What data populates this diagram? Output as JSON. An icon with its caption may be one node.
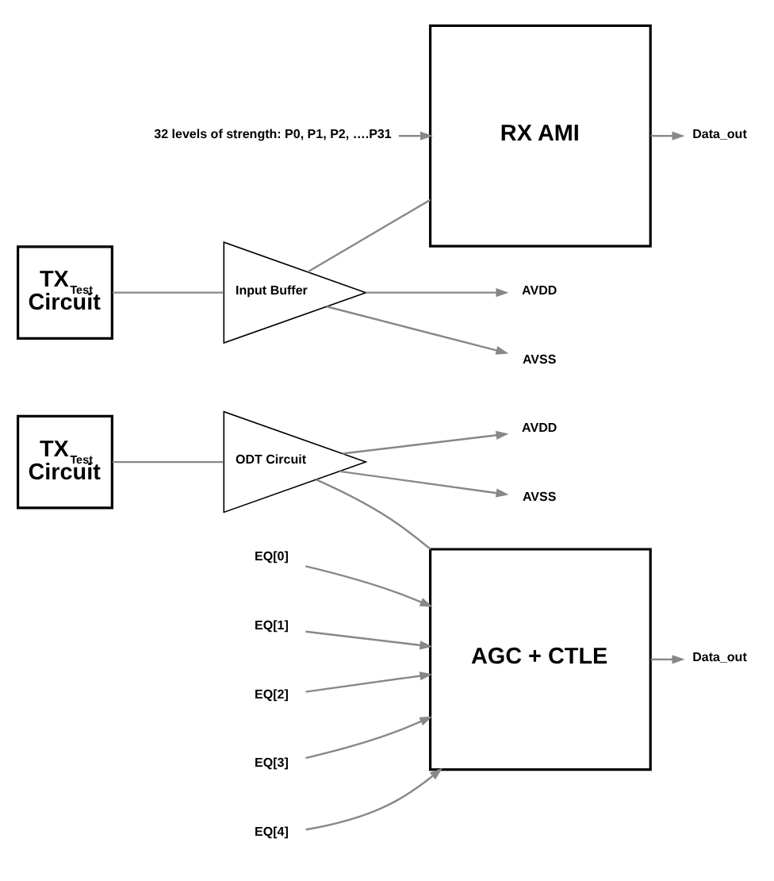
{
  "diagram": {
    "nodes": [
      {
        "text": [
          "TX$_{Test}$",
          "Circuit"
        ]
      },
      {
        "text": [
          "ODT Circuit"
        ]
      },
      {
        "text": [
          "AGC + CTLE"
        ]
      },
      {
        "text": [
          "AVDD"
        ]
      },
      {
        "text": [
          "AVSS"
        ]
      },
      {
        "text": [
          "Data_out"
        ]
      },
      {
        "text": [
          "EQ[0]"
        ]
      },
      {
        "text": [
          "EQ[1]"
        ]
      },
      {
        "text": [
          "EQ[2]"
        ]
      },
      {
        "text": [
          "EQ[3]"
        ]
      },
      {
        "text": [
          "EQ[4]"
        ]
      },
      {
        "text": [
          "TX$_{Test}$",
          "Circuit"
        ]
      },
      {
        "text": [
          "Input Buffer"
        ]
      },
      {
        "text": [
          "RX AMI"
        ]
      },
      {
        "text": [
          "AVDD"
        ]
      },
      {
        "text": [
          "AVSS"
        ]
      },
      {
        "text": [
          "Data_out"
        ]
      },
      {
        "text": [
          "32 levels of strength: P0, P1, P2, ….P31"
        ]
      }
    ],
    "edges": [
      {
        "from": 0,
        "to": 1,
        "arrow": "none"
      },
      {
        "from": 1,
        "to": 2,
        "arrow": "none"
      },
      {
        "from": 1,
        "to": 3,
        "arrow": "to"
      },
      {
        "from": 1,
        "to": 4,
        "arrow": "to"
      },
      {
        "from": 2,
        "to": 5,
        "arrow": "to"
      },
      {
        "from": 6,
        "to": 2,
        "arrow": "to"
      },
      {
        "from": 7,
        "to": 2,
        "arrow": "to"
      },
      {
        "from": 8,
        "to": 2,
        "arrow": "to"
      },
      {
        "from": 9,
        "to": 2,
        "arrow": "to"
      },
      {
        "from": 10,
        "to": 2,
        "arrow": "to"
      },
      {
        "from": 11,
        "to": 12,
        "arrow": "none"
      },
      {
        "from": 12,
        "to": 13,
        "arrow": "none"
      },
      {
        "from": 12,
        "to": 14,
        "arrow": "to"
      },
      {
        "from": 12,
        "to": 15,
        "arrow": "to"
      },
      {
        "from": 13,
        "to": 16,
        "arrow": "to"
      },
      {
        "from": 17,
        "to": 13,
        "arrow": "to"
      }
    ]
  }
}
